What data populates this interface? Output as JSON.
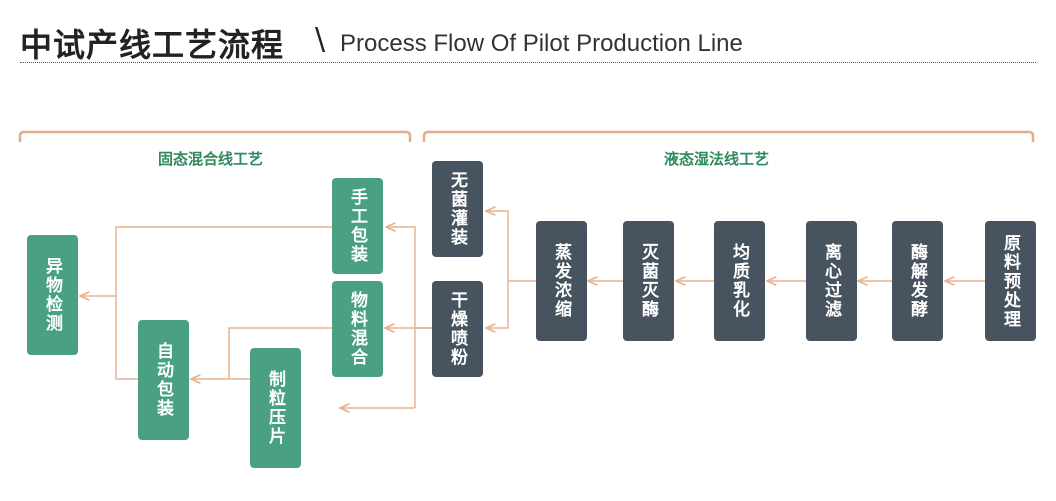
{
  "header": {
    "title_cn": "中试产线工艺流程",
    "separator": "\\",
    "title_en": "Process Flow Of Pilot Production Line"
  },
  "sections": {
    "solid": "固态混合线工艺",
    "liquid": "液态湿法线工艺"
  },
  "nodes": {
    "raw": "原料预处理",
    "enzyme": "酶解发酵",
    "centrifuge": "离心过滤",
    "homogenize": "均质乳化",
    "sterilize": "灭菌灭酶",
    "evaporate": "蒸发浓缩",
    "aseptic": "无菌灌装",
    "spray": "干燥喷粉",
    "manual": "手工包装",
    "mix": "物料混合",
    "granulate": "制粒压片",
    "auto": "自动包装",
    "inspect": "异物检测"
  },
  "colors": {
    "green_node": "#4aa083",
    "dark_node": "#47535e",
    "connector": "#e8b48f",
    "bracket": "#e2ad88",
    "section_text": "#2e8a5e"
  }
}
